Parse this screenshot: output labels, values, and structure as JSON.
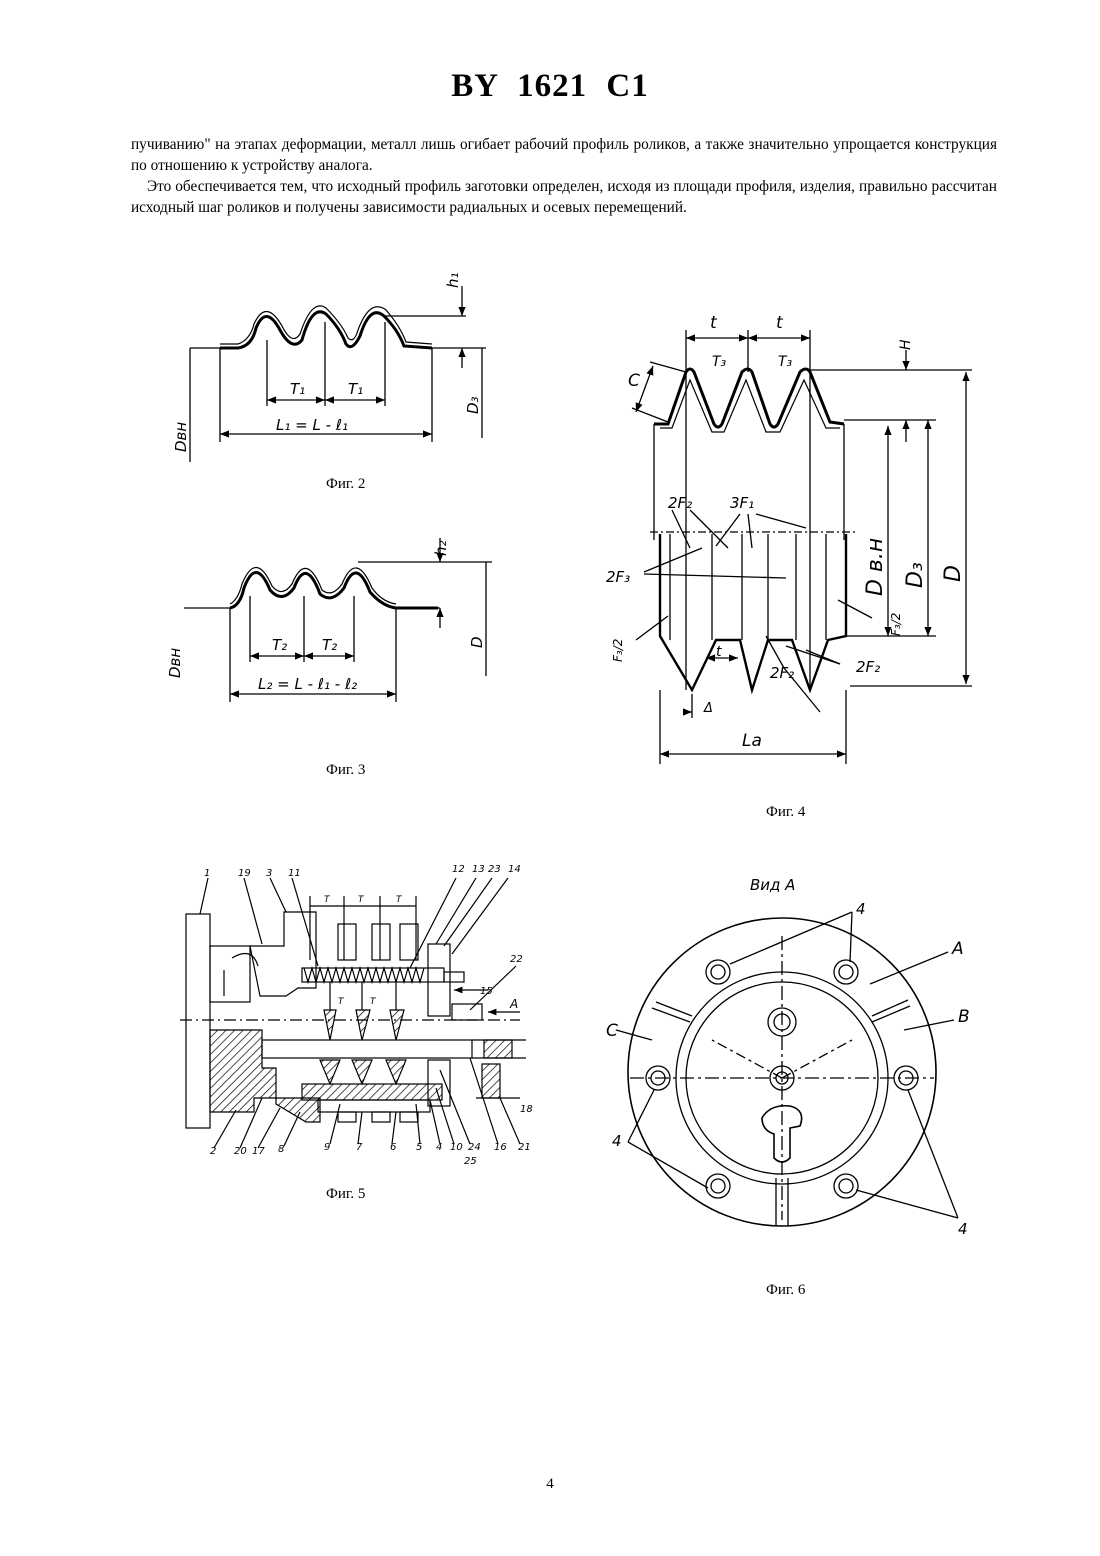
{
  "document": {
    "header": "BY 1621 C1",
    "paragraph1": "пучиванию\" на этапах деформации, металл лишь огибает рабочий профиль роликов, а также значительно упрощается конструкция по отношению к устройству аналога.",
    "paragraph2": "Это обеспечивается тем, что исходный профиль заготовки определен, исходя из площади профиля, изделия, правильно рассчитан исходный шаг роликов и получены зависимости радиальных и осевых перемещений.",
    "page_number": "4"
  },
  "figures": {
    "fig2": {
      "caption": "Фиг. 2",
      "labels": {
        "h": "h₁",
        "T_left": "T₁",
        "T_right": "T₁",
        "L": "L₁ = L - ℓ₁",
        "Dvn": "Dвн",
        "D": "D₃"
      }
    },
    "fig3": {
      "caption": "Фиг. 3",
      "labels": {
        "h": "h₂",
        "T_left": "T₂",
        "T_right": "T₂",
        "L": "L₂ = L - ℓ₁ - ℓ₂",
        "Dvn": "Dвн",
        "D": "D"
      }
    },
    "fig4": {
      "caption": "Фиг. 4",
      "labels": {
        "t1": "t",
        "t2": "t",
        "T1": "T₃",
        "T2": "T₃",
        "C": "C",
        "H": "H",
        "F2a": "2F₂",
        "F1": "3F₁",
        "F3": "2F₃",
        "F3half_left": "F₃/2",
        "F3half_right": "F₃/2",
        "t_small": "t",
        "F2b": "2F₂",
        "F2c": "2F₂",
        "delta": "Δ",
        "La": "Lа",
        "Dvn": "D в.н",
        "D3": "D₃",
        "D": "D"
      }
    },
    "fig5": {
      "caption": "Фиг. 5",
      "labels": {
        "top": [
          "1",
          "19",
          "3",
          "11",
          "12",
          "13",
          "23",
          "14"
        ],
        "T": [
          "T",
          "T",
          "T"
        ],
        "T_inner": [
          "T",
          "T"
        ],
        "right": [
          "22",
          "15",
          "A",
          "18"
        ],
        "bottom": [
          "2",
          "20",
          "17",
          "8",
          "9",
          "7",
          "6",
          "5",
          "4",
          "10",
          "24",
          "25",
          "16",
          "21"
        ]
      }
    },
    "fig6": {
      "caption": "Фиг. 6",
      "labels": {
        "view": "Вид А",
        "A": "A",
        "B": "B",
        "C": "C",
        "n4_top": "4",
        "n4_left": "4",
        "n4_right": "4"
      }
    }
  }
}
